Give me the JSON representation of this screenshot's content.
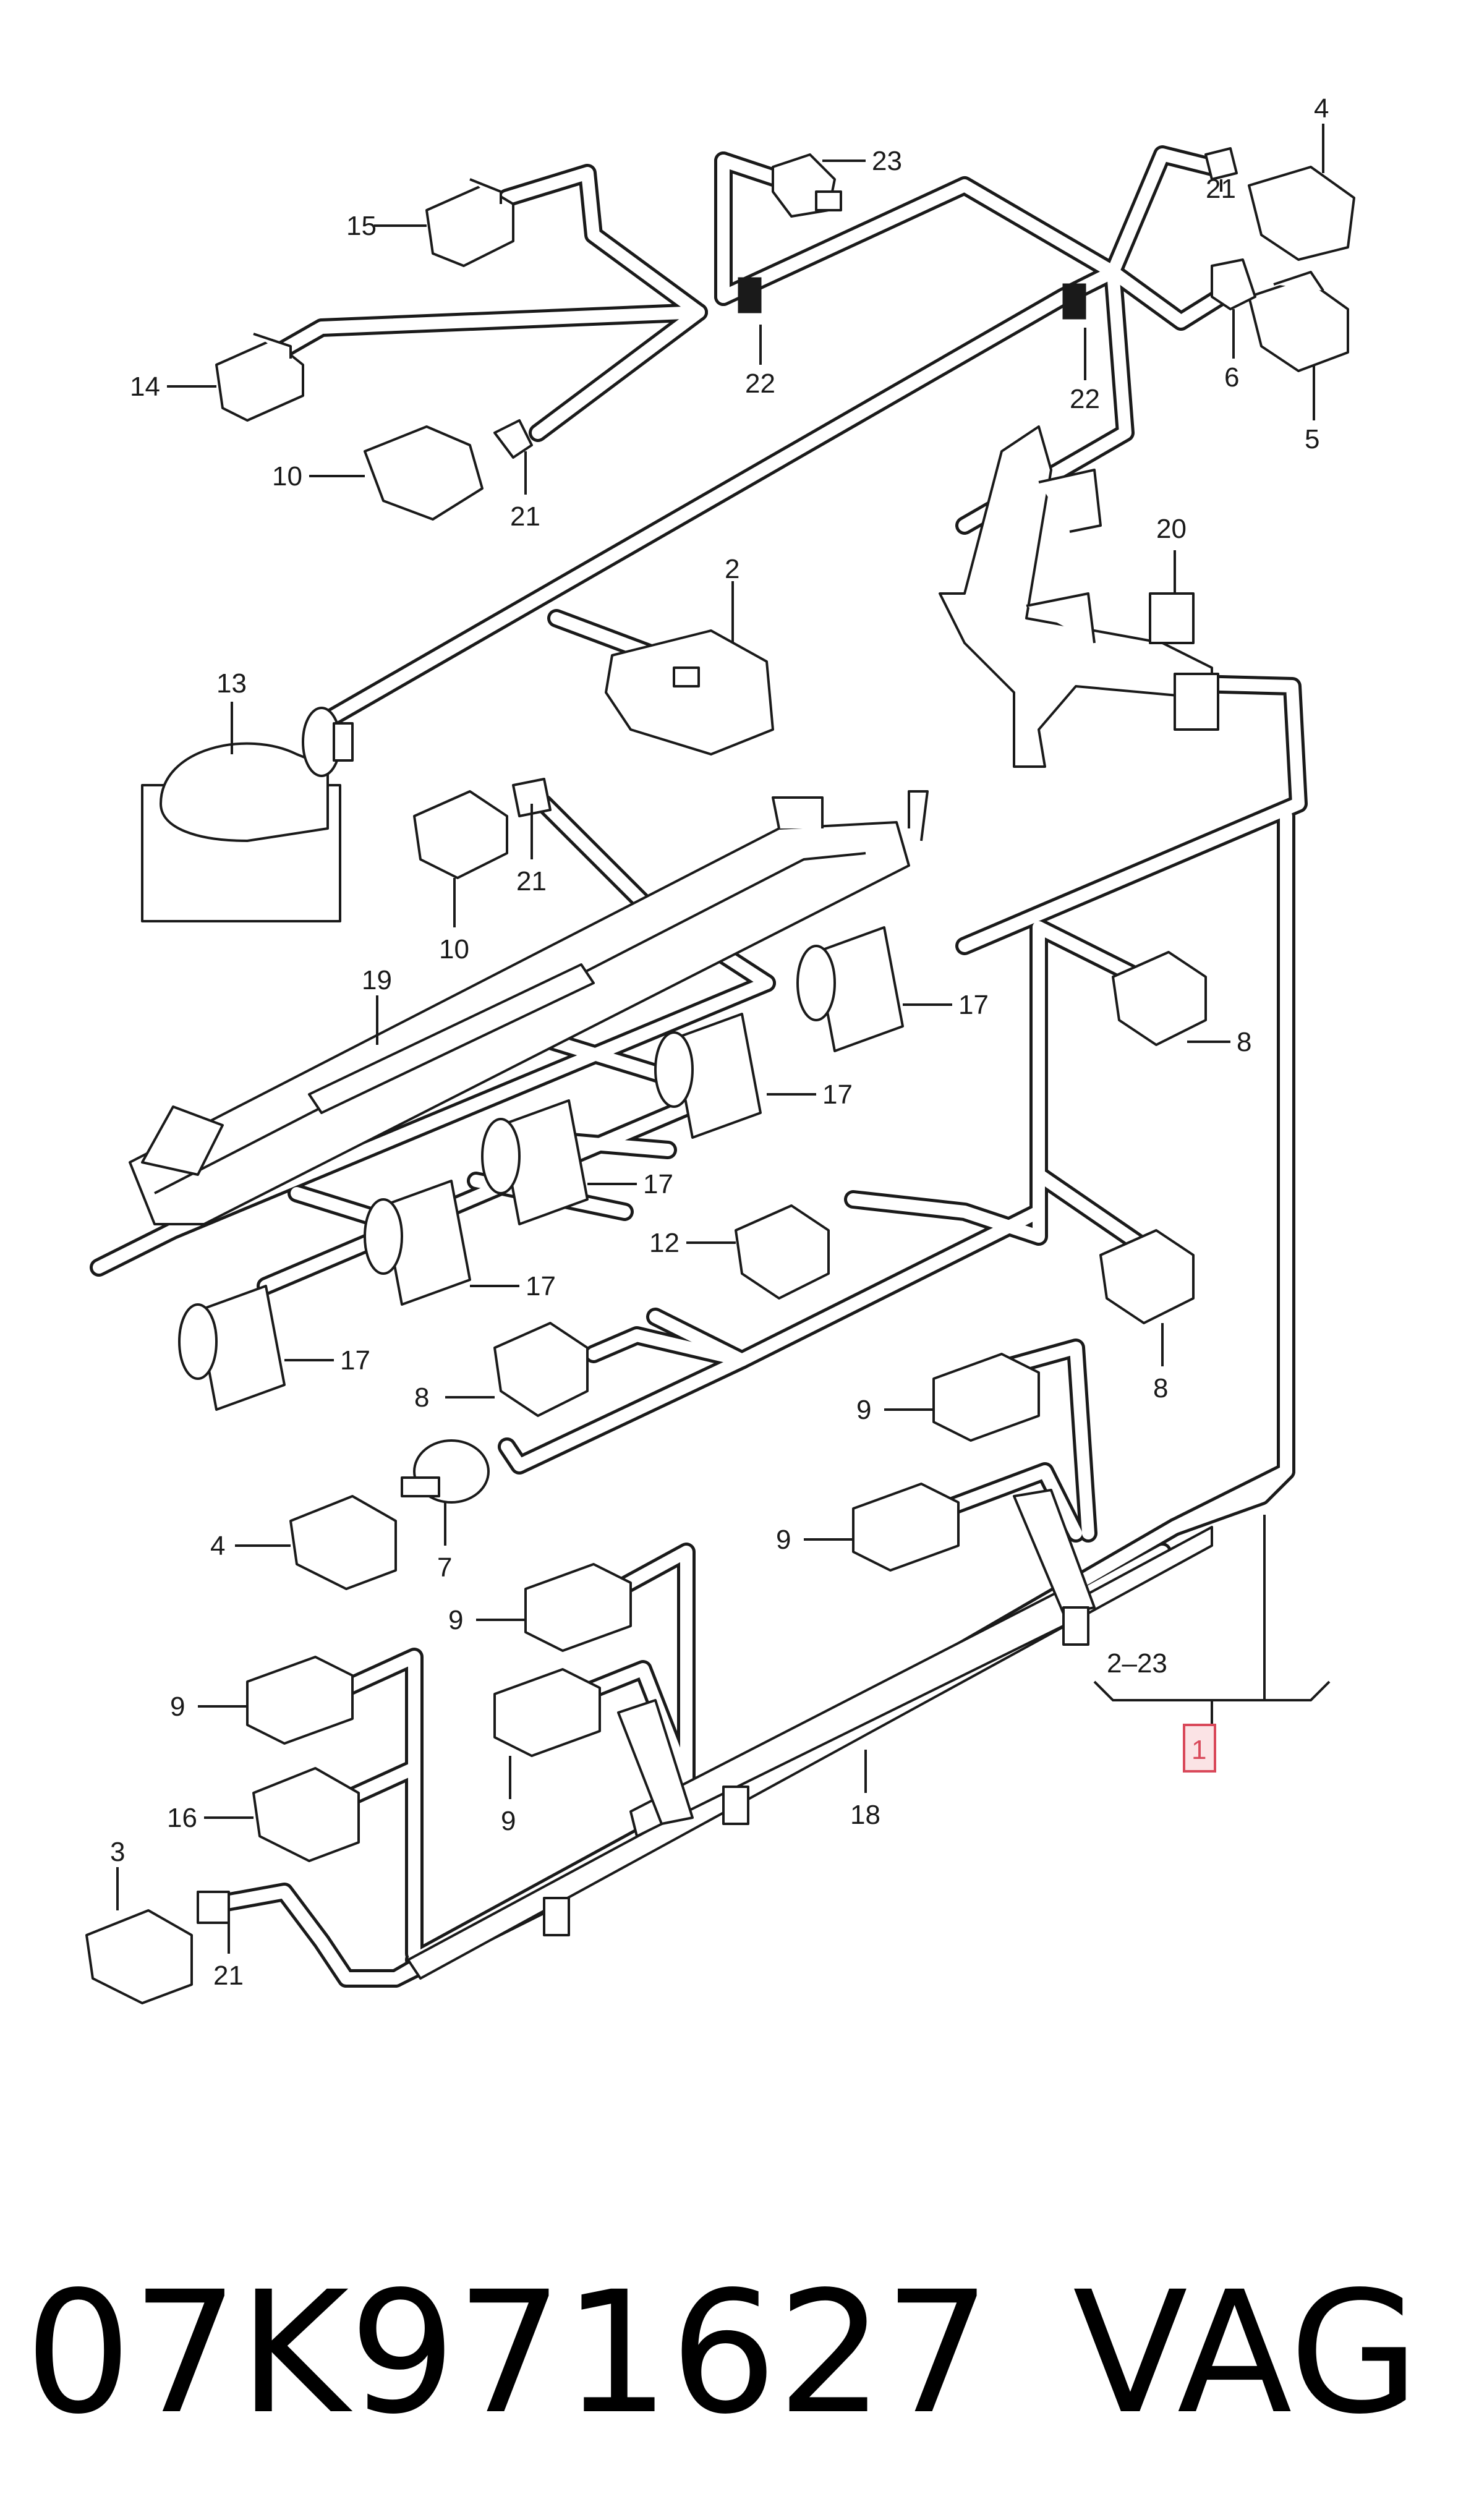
{
  "callouts": {
    "c1": "1",
    "c2": "2",
    "c2_23": "2–23",
    "c3": "3",
    "c4_top": "4",
    "c4_left": "4",
    "c5": "5",
    "c6": "6",
    "c7": "7",
    "c8_a": "8",
    "c8_b": "8",
    "c8_c": "8",
    "c9_a": "9",
    "c9_b": "9",
    "c9_c": "9",
    "c9_d": "9",
    "c9_e": "9",
    "c10_a": "10",
    "c10_b": "10",
    "c12": "12",
    "c13": "13",
    "c14": "14",
    "c15": "15",
    "c16": "16",
    "c17_a": "17",
    "c17_b": "17",
    "c17_c": "17",
    "c17_d": "17",
    "c17_e": "17",
    "c18": "18",
    "c19": "19",
    "c20": "20",
    "c21_a": "21",
    "c21_b": "21",
    "c21_c": "21",
    "c21_d": "21",
    "c22_a": "22",
    "c22_b": "22",
    "c23": "23"
  },
  "title": {
    "part_number": "07K971627",
    "brand": "VAG"
  },
  "colors": {
    "line": "#1a1a1a",
    "highlight_border": "#d9495a",
    "highlight_fill": "#fbe3e5"
  }
}
